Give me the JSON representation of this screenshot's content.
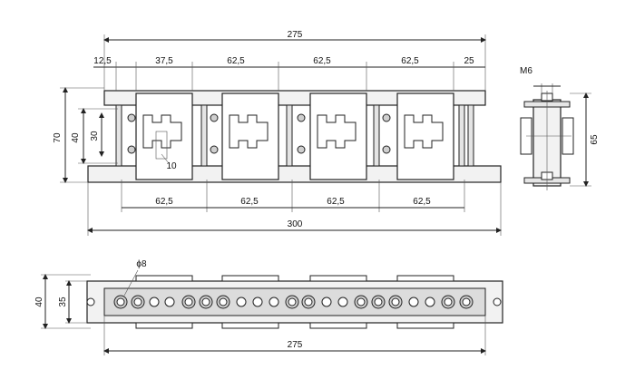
{
  "front_view": {
    "total_length": "275",
    "overall_width": "300",
    "top_segments": [
      "12,5",
      "37,5",
      "62,5",
      "62,5",
      "62,5",
      "25"
    ],
    "bottom_segments": [
      "62,5",
      "62,5",
      "62,5",
      "62,5"
    ],
    "height_outer": "70",
    "height_mid": "40",
    "height_inner": "30",
    "slot_width": "10"
  },
  "side_view": {
    "thread": "M6",
    "height": "65"
  },
  "top_view": {
    "hole_diameter": "ϕ8",
    "height_outer": "40",
    "height_inner": "35",
    "length": "275"
  }
}
